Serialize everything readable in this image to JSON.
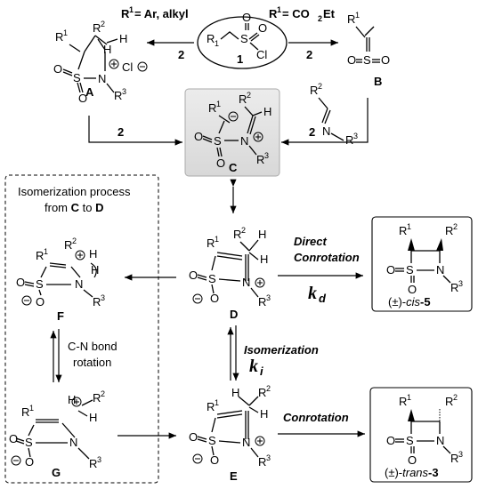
{
  "reagent_1": {
    "atoms": [
      "R",
      "1",
      "S",
      "O",
      "O",
      "Cl"
    ],
    "label": "1"
  },
  "conditions": {
    "left_condition": "R",
    "left_condition_sup": "1",
    "left_condition_text": " = Ar, alkyl",
    "right_condition": "R",
    "right_condition_sup": "1",
    "right_condition_text": " = CO",
    "right_condition_sub": "2",
    "right_condition_text2": "Et"
  },
  "arrow_labels": {
    "two_left": "2",
    "two_right": "2",
    "two_bottom_left": "2",
    "two_bottom_right": "2"
  },
  "compounds": {
    "A": "A",
    "B": "B",
    "C": "C",
    "D": "D",
    "E": "E",
    "F": "F",
    "G": "G"
  },
  "text_labels": {
    "isomerization_box_title_line1": "Isomerization process",
    "isomerization_box_title_line2_pre": "from ",
    "isomerization_box_title_C": "C",
    "isomerization_box_title_to": " to ",
    "isomerization_box_title_D": "D",
    "direct_line1": "Direct",
    "direct_line2": "Conrotation",
    "kd": "k",
    "kd_sub": "d",
    "isomerization": "Isomerization",
    "ki": "k",
    "ki_sub": "i",
    "conrotation": "Conrotation",
    "cn_line1": "C-N bond",
    "cn_line2": "rotation"
  },
  "products": {
    "cis_pre": "(±)-",
    "cis_italic": "cis",
    "cis_num": "-5",
    "trans_pre": "(±)-",
    "trans_italic": "trans",
    "trans_num": "-3"
  },
  "atoms": {
    "R": "R",
    "H": "H",
    "N": "N",
    "S": "S",
    "O": "O",
    "Cl": "Cl",
    "sup1": "1",
    "sup2": "2",
    "sup3": "3"
  }
}
